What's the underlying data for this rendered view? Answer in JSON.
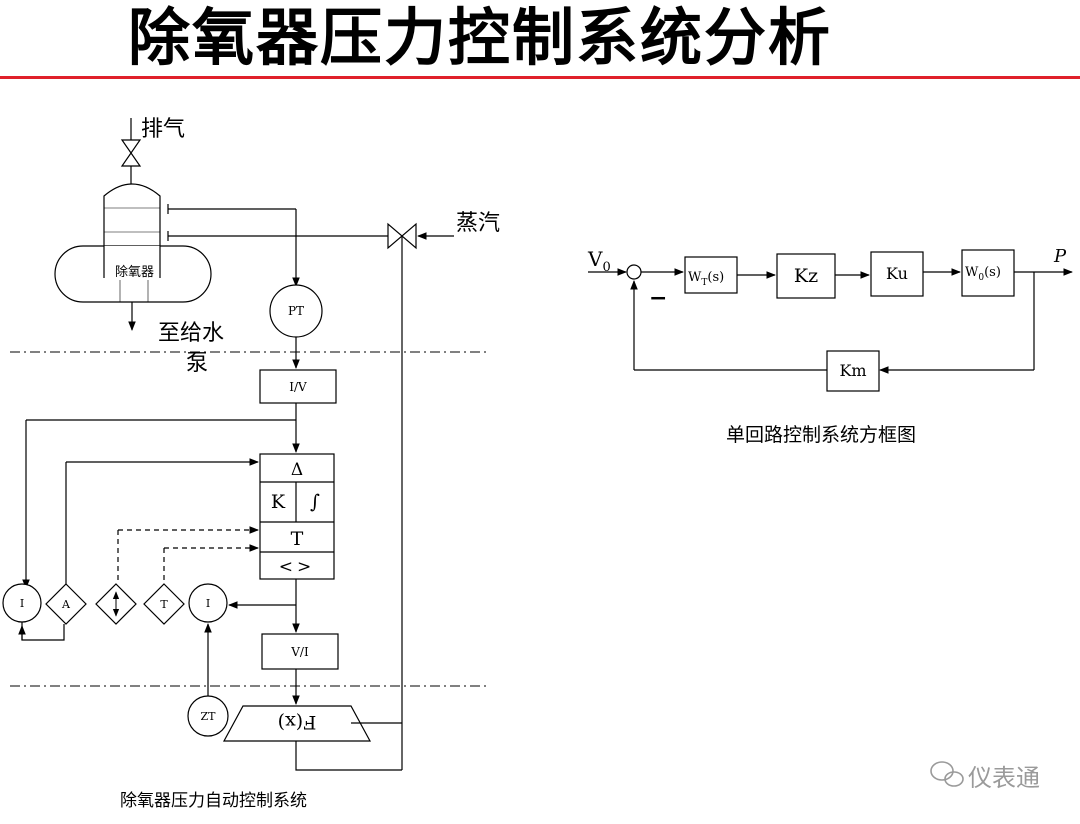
{
  "title": "除氧器压力控制系统分析",
  "process": {
    "vent_label": "排气",
    "steam_label": "蒸汽",
    "vessel_label": "除氧器",
    "pump_label_line1": "至给水",
    "pump_label_line2": "泵",
    "pt_label": "PT",
    "iv_label": "I/V",
    "ctrl_delta": "Δ",
    "ctrl_k": "K",
    "ctrl_int": "∫",
    "ctrl_t": "T",
    "ctrl_arrows": "<>",
    "vi_label": "V/I",
    "fx_label": "F(x)",
    "zt_label": "ZT",
    "station_i1": "I",
    "station_a": "A",
    "station_t": "T",
    "station_i2": "I",
    "caption": "除氧器压力自动控制系统"
  },
  "block_diagram": {
    "input": "V",
    "input_sub": "0",
    "output": "P",
    "minus": "−",
    "wt_main": "W",
    "wt_sub": "T",
    "wt_tail": "(s)",
    "kz": "Kz",
    "ku": "Ku",
    "w0_main": "W",
    "w0_sub": "0",
    "w0_tail": "(s)",
    "km": "Km",
    "caption": "单回路控制系统方框图"
  },
  "watermark": "仪表通"
}
